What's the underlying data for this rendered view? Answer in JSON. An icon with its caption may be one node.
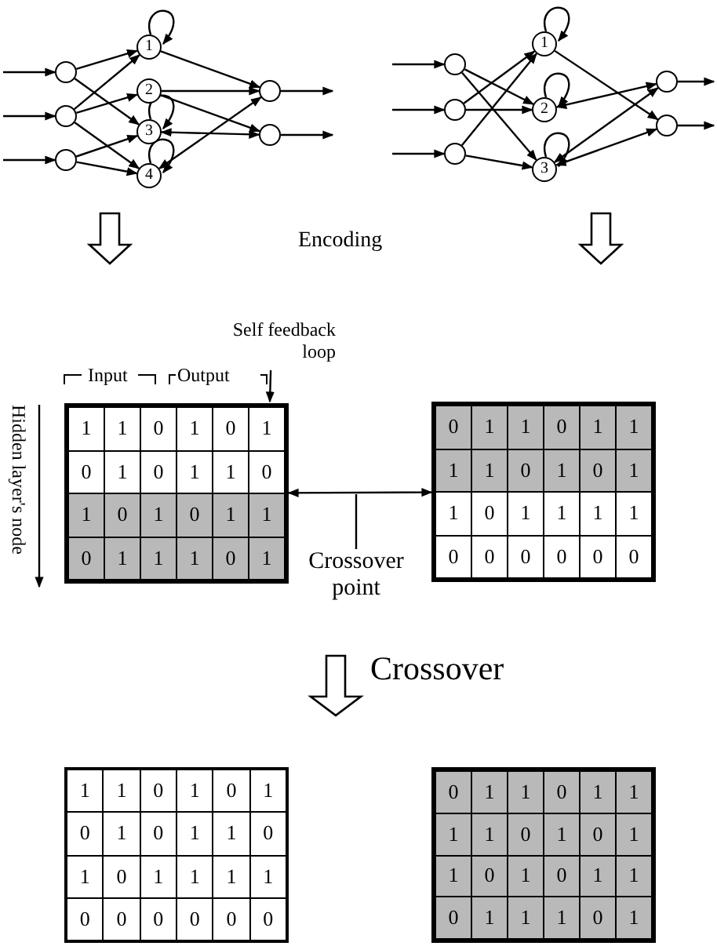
{
  "diagram": {
    "nodes": [
      {
        "text": [],
        "shape": "circle"
      },
      {
        "text": [],
        "shape": "circle"
      },
      {
        "text": [],
        "shape": "circle"
      },
      {
        "text": [
          "1"
        ]
      },
      {
        "text": [
          "2"
        ]
      },
      {
        "text": [
          "3"
        ]
      },
      {
        "text": [
          "4"
        ]
      },
      {
        "text": [],
        "shape": "circle"
      },
      {
        "text": [],
        "shape": "circle"
      },
      {
        "text": [],
        "shape": "circle"
      },
      {
        "text": [],
        "shape": "circle"
      },
      {
        "text": [],
        "shape": "circle"
      },
      {
        "text": [
          "1"
        ]
      },
      {
        "text": [
          "2"
        ]
      },
      {
        "text": [
          "3"
        ]
      },
      {
        "text": [],
        "shape": "circle"
      },
      {
        "text": [],
        "shape": "circle"
      },
      {
        "text": [
          "1",
          "1",
          "0",
          "1",
          "0",
          "1",
          "0",
          "1",
          "0",
          "1",
          "1",
          "0",
          "1",
          "0",
          "1",
          "0",
          "1",
          "1",
          "0",
          "1",
          "1",
          "1",
          "0",
          "1"
        ]
      },
      {
        "text": [
          "0",
          "1",
          "1",
          "0",
          "1",
          "1",
          "1",
          "1",
          "0",
          "1",
          "0",
          "1",
          "1",
          "0",
          "1",
          "1",
          "1",
          "1",
          "0",
          "0",
          "0",
          "0",
          "0",
          "0"
        ]
      },
      {
        "text": [
          "Self feedback loop"
        ]
      },
      {
        "text": [
          "Crossover point"
        ]
      },
      {
        "text": [
          "1",
          "1",
          "0",
          "1",
          "0",
          "1",
          "0",
          "1",
          "0",
          "1",
          "1",
          "0",
          "1",
          "0",
          "1",
          "1",
          "1",
          "1",
          "0",
          "0",
          "0",
          "0",
          "0",
          "0"
        ]
      },
      {
        "text": [
          "0",
          "1",
          "1",
          "0",
          "1",
          "1",
          "1",
          "1",
          "0",
          "1",
          "0",
          "1",
          "1",
          "0",
          "1",
          "0",
          "1",
          "1",
          "0",
          "1",
          "1",
          "1",
          "0",
          "1"
        ]
      }
    ],
    "edges": [
      {
        "from": null,
        "to": 0,
        "arrow": "to"
      },
      {
        "from": null,
        "to": 1,
        "arrow": "to"
      },
      {
        "from": null,
        "to": 2,
        "arrow": "to"
      },
      {
        "from": 0,
        "to": 3,
        "arrow": "to"
      },
      {
        "from": 0,
        "to": 5,
        "arrow": "to"
      },
      {
        "from": 1,
        "to": 3,
        "arrow": "to"
      },
      {
        "from": 1,
        "to": 4,
        "arrow": "to"
      },
      {
        "from": 1,
        "to": 6,
        "arrow": "to"
      },
      {
        "from": 2,
        "to": 5,
        "arrow": "to"
      },
      {
        "from": 2,
        "to": 6,
        "arrow": "to"
      },
      {
        "from": 3,
        "to": 3,
        "arrow": "to"
      },
      {
        "from": 5,
        "to": 5,
        "arrow": "to"
      },
      {
        "from": 6,
        "to": 6,
        "arrow": "to"
      },
      {
        "from": 3,
        "to": 7,
        "arrow": "to"
      },
      {
        "from": 4,
        "to": 7,
        "arrow": "to"
      },
      {
        "from": 4,
        "to": 8,
        "arrow": "to"
      },
      {
        "from": 5,
        "to": 8,
        "arrow": "both"
      },
      {
        "from": 6,
        "to": 7,
        "arrow": "both"
      },
      {
        "from": 7,
        "to": null,
        "arrow": "to"
      },
      {
        "from": 8,
        "to": null,
        "arrow": "to"
      },
      {
        "from": null,
        "to": 9,
        "arrow": "to"
      },
      {
        "from": null,
        "to": 10,
        "arrow": "to"
      },
      {
        "from": null,
        "to": 11,
        "arrow": "to"
      },
      {
        "from": 9,
        "to": 13,
        "arrow": "to"
      },
      {
        "from": 9,
        "to": 14,
        "arrow": "to"
      },
      {
        "from": 10,
        "to": 12,
        "arrow": "to"
      },
      {
        "from": 10,
        "to": 13,
        "arrow": "to"
      },
      {
        "from": 11,
        "to": 12,
        "arrow": "to"
      },
      {
        "from": 11,
        "to": 14,
        "arrow": "to"
      },
      {
        "from": 12,
        "to": 12,
        "arrow": "to"
      },
      {
        "from": 13,
        "to": 13,
        "arrow": "to"
      },
      {
        "from": 14,
        "to": 14,
        "arrow": "to"
      },
      {
        "from": 12,
        "to": 16,
        "arrow": "to"
      },
      {
        "from": 13,
        "to": 15,
        "arrow": "both"
      },
      {
        "from": 14,
        "to": 15,
        "arrow": "both"
      },
      {
        "from": 14,
        "to": 16,
        "arrow": "both"
      },
      {
        "from": 15,
        "to": null,
        "arrow": "to"
      },
      {
        "from": 16,
        "to": null,
        "arrow": "to"
      },
      {
        "from": 17,
        "to": 18,
        "arrow": "both"
      },
      {
        "from": 19,
        "to": null,
        "arrow": "to"
      },
      {
        "from": 20,
        "to": null,
        "arrow": "none"
      }
    ],
    "labels": [
      "Encoding",
      "Input",
      "Output",
      "Hidden layer's node",
      "Crossover"
    ]
  }
}
